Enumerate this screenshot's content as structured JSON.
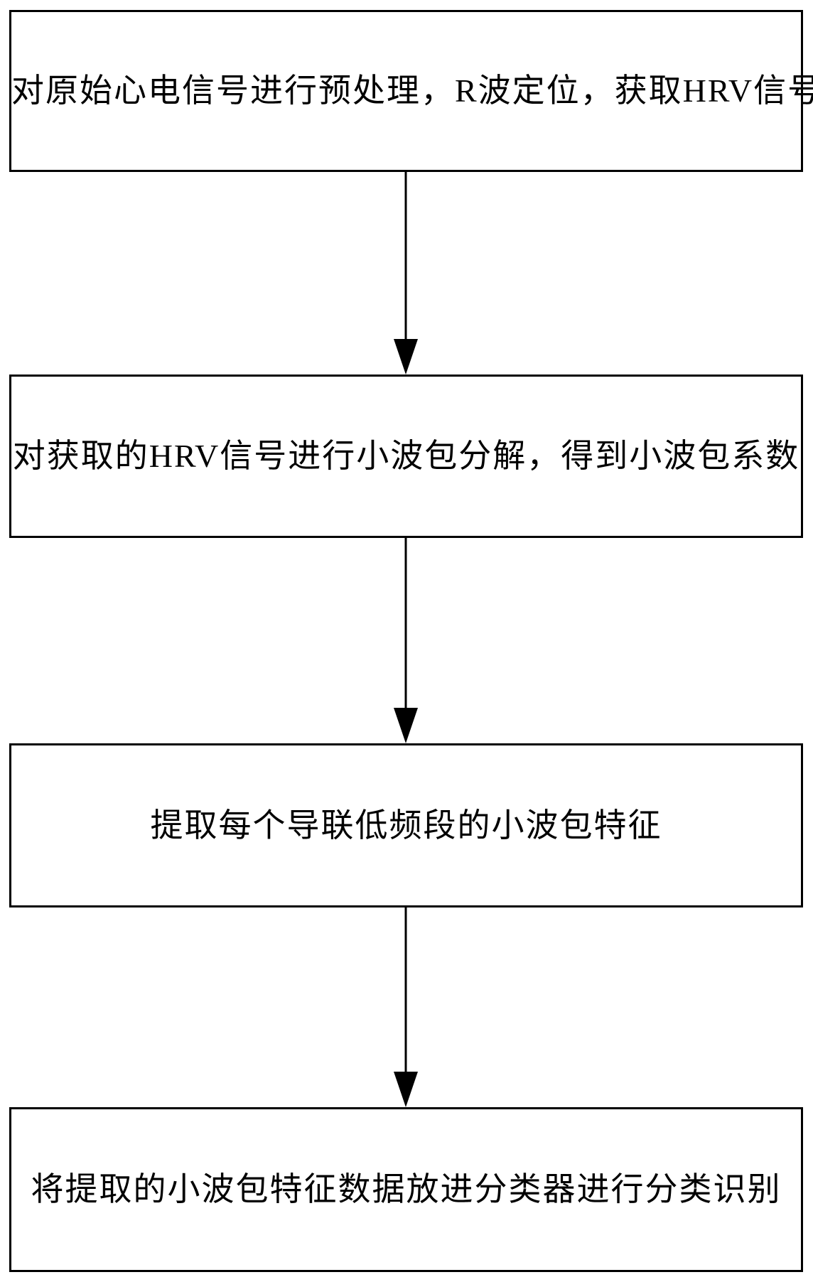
{
  "diagram": {
    "type": "flowchart",
    "direction": "top-down",
    "colors": {
      "background": "#ffffff",
      "line": "#000000",
      "text": "#000000"
    },
    "steps": [
      {
        "label": "对原始心电信号进行预处理，R波定位，获取HRV信号。"
      },
      {
        "label": "对获取的HRV信号进行小波包分解，得到小波包系数"
      },
      {
        "label": "提取每个导联低频段的小波包特征"
      },
      {
        "label": "将提取的小波包特征数据放进分类器进行分类识别"
      }
    ],
    "connectors": [
      {
        "from": 0,
        "to": 1,
        "style": "arrow-down"
      },
      {
        "from": 1,
        "to": 2,
        "style": "arrow-down"
      },
      {
        "from": 2,
        "to": 3,
        "style": "arrow-down"
      }
    ]
  }
}
